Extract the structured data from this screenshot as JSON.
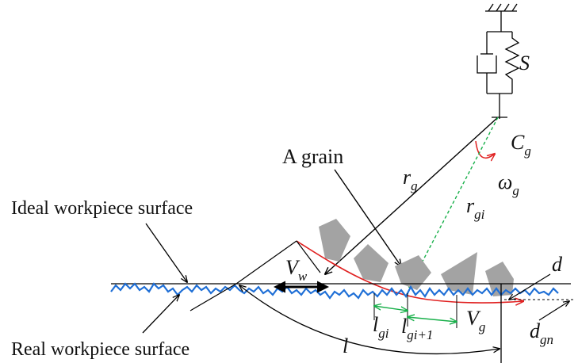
{
  "labels": {
    "spring": "S",
    "center": "C",
    "center_sub": "g",
    "omega": "ω",
    "omega_sub": "g",
    "a_grain": "A grain",
    "r": "r",
    "r_sub": "g",
    "r2": "r",
    "r2_sub": "gi",
    "ideal_surface": "Ideal workpiece surface",
    "real_surface": "Real workpiece surface",
    "vw": "V",
    "vw_sub": "w",
    "d": "d",
    "l": "l",
    "lgi": "l",
    "lgi_sub": "gi",
    "lgi1": "l",
    "lgi1_sub": "gi+1",
    "vg": "V",
    "vg_sub": "g",
    "dgn": "d",
    "dgn_sub": "gn"
  },
  "colors": {
    "line": "#000000",
    "rough_surface": "#1f6fd6",
    "arc": "#e02020",
    "grain": "#a3a3a3",
    "dimension": "#18b04a"
  }
}
